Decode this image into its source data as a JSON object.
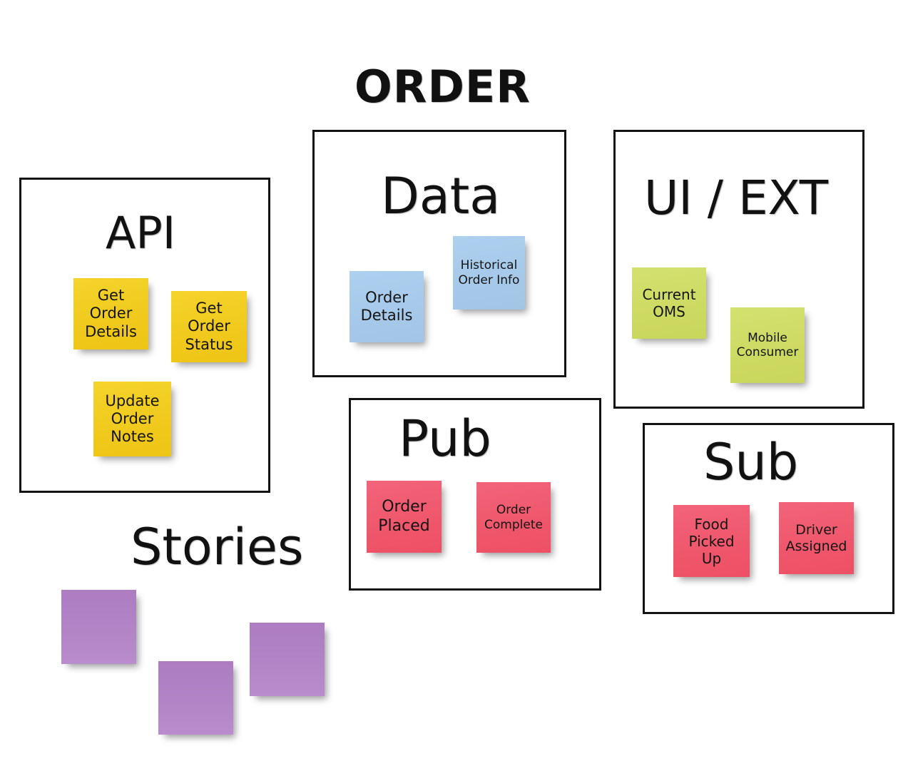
{
  "board": {
    "title": "ORDER",
    "background_color": "#ffffff"
  },
  "colors": {
    "note_yellow": "#F0C91C",
    "note_blue": "#A7C9E9",
    "note_green": "#CDDA62",
    "note_pink": "#EF566B",
    "note_purple": "#B284C6",
    "frame_stroke": "#131313",
    "text": "#141414"
  },
  "sections": [
    {
      "id": "api",
      "title": "API",
      "has_frame": true,
      "notes": [
        {
          "id": "get-order-details",
          "text": "Get Order Details",
          "color": "yellow"
        },
        {
          "id": "get-order-status",
          "text": "Get Order Status",
          "color": "yellow"
        },
        {
          "id": "update-order-notes",
          "text": "Update Order Notes",
          "color": "yellow"
        }
      ]
    },
    {
      "id": "data",
      "title": "Data",
      "has_frame": true,
      "notes": [
        {
          "id": "order-details",
          "text": "Order Details",
          "color": "blue"
        },
        {
          "id": "historical-order-info",
          "text": "Historical Order Info",
          "color": "blue"
        }
      ]
    },
    {
      "id": "ui-ext",
      "title": "UI / EXT",
      "has_frame": true,
      "notes": [
        {
          "id": "current-oms",
          "text": "Current OMS",
          "color": "green"
        },
        {
          "id": "mobile-consumer",
          "text": "Mobile Consumer",
          "color": "green"
        }
      ]
    },
    {
      "id": "pub",
      "title": "Pub",
      "has_frame": true,
      "notes": [
        {
          "id": "order-placed",
          "text": "Order Placed",
          "color": "pink"
        },
        {
          "id": "order-complete",
          "text": "Order Complete",
          "color": "pink"
        }
      ]
    },
    {
      "id": "sub",
      "title": "Sub",
      "has_frame": true,
      "notes": [
        {
          "id": "food-picked-up",
          "text": "Food Picked Up",
          "color": "pink"
        },
        {
          "id": "driver-assigned",
          "text": "Driver Assigned",
          "color": "pink"
        }
      ]
    },
    {
      "id": "stories",
      "title": "Stories",
      "has_frame": false,
      "notes": [
        {
          "id": "story-1",
          "text": "",
          "color": "purple"
        },
        {
          "id": "story-2",
          "text": "",
          "color": "purple"
        },
        {
          "id": "story-3",
          "text": "",
          "color": "purple"
        }
      ]
    }
  ]
}
